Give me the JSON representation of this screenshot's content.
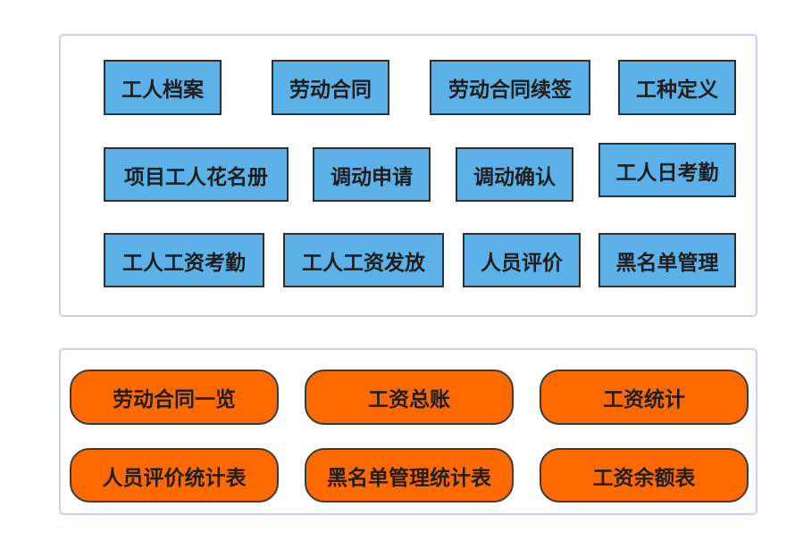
{
  "modules": [
    "工人档案",
    "劳动合同",
    "劳动合同续签",
    "工种定义",
    "项目工人花名册",
    "调动申请",
    "调动确认",
    "工人日考勤",
    "工人工资考勤",
    "工人工资发放",
    "人员评价",
    "黑名单管理"
  ],
  "reports": [
    "劳动合同一览",
    "工资总账",
    "工资统计",
    "人员评价统计表",
    "黑名单管理统计表",
    "工资余额表"
  ],
  "colors": {
    "module_fill": "#5cb2e8",
    "report_fill": "#ff6a00",
    "panel_border": "#cfcdf0",
    "box_border": "#2f2f2f"
  }
}
